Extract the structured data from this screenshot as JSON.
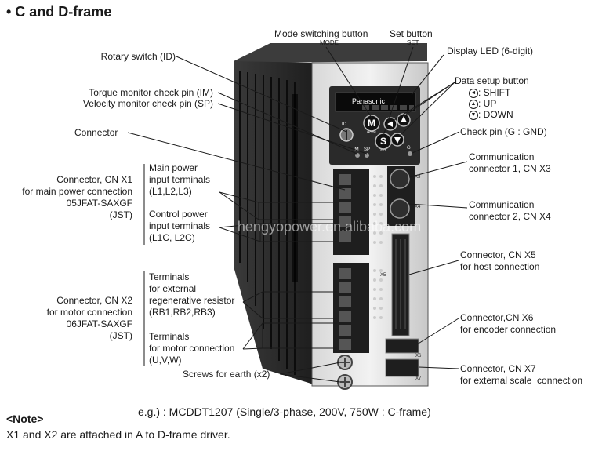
{
  "title": "• C and D-frame",
  "device_markings": {
    "brand": "Panasonic",
    "mode_key": "M",
    "mode_key_sub": "MODE",
    "set_key": "S",
    "set_key_sub": "SET",
    "id_mark": "ID",
    "im_mark": "IM",
    "sp_mark": "SP",
    "g_mark": "G",
    "x3_mark": "X3",
    "x4_mark": "X4",
    "x5_mark": "X5",
    "x6_mark": "X6",
    "x7_mark": "X7",
    "mode_tag": "MODE",
    "set_tag": "SET"
  },
  "labels": {
    "mode_switching_button": "Mode switching button",
    "set_button": "Set button",
    "display_led": "Display LED (6-digit)",
    "rotary_switch": "Rotary switch (ID)",
    "data_setup_button": "Data setup button",
    "shift": ": SHIFT",
    "up": ": UP",
    "down": ": DOWN",
    "torque_monitor": "Torque monitor check pin (IM)",
    "velocity_monitor": "Velocity monitor check pin (SP)",
    "connector": "Connector",
    "check_pin": "Check pin (G : GND)",
    "cn_x1": "Connector, CN X1\nfor main power connection\n05JFAT-SAXGF\n(JST)",
    "main_power_terminals": "Main power\ninput terminals\n(L1,L2,L3)",
    "control_power_terminals": "Control power\ninput terminals\n(L1C, L2C)",
    "cn_x3": "Communication\nconnector 1, CN X3",
    "cn_x4": "Communication\nconnector 2, CN X4",
    "cn_x5": "Connector, CN X5\nfor host connection",
    "cn_x2": "Connector, CN X2\nfor motor connection\n06JFAT-SAXGF\n(JST)",
    "regen_terminals": "Terminals\nfor external\nregenerative resistor\n(RB1,RB2,RB3)",
    "motor_terminals": "Terminals\nfor motor connection\n(U,V,W)",
    "cn_x6": "Connector,CN X6\nfor encoder connection",
    "cn_x7": "Connector, CN X7\nfor external scale  connection",
    "screws": "Screws for earth (x2)"
  },
  "example": "e.g.) : MCDDT1207 (Single/3-phase, 200V, 750W : C-frame)",
  "note": {
    "title": "<Note>",
    "text": "X1 and X2 are attached in A to D-frame driver."
  },
  "watermark": "hengyopower.en.alibaba.com",
  "colors": {
    "body_dark": "#2b2b2b",
    "fin": "#1a1a1a",
    "panel": "#e4e4e4",
    "display": "#111111",
    "button": "#1d1d1d"
  }
}
